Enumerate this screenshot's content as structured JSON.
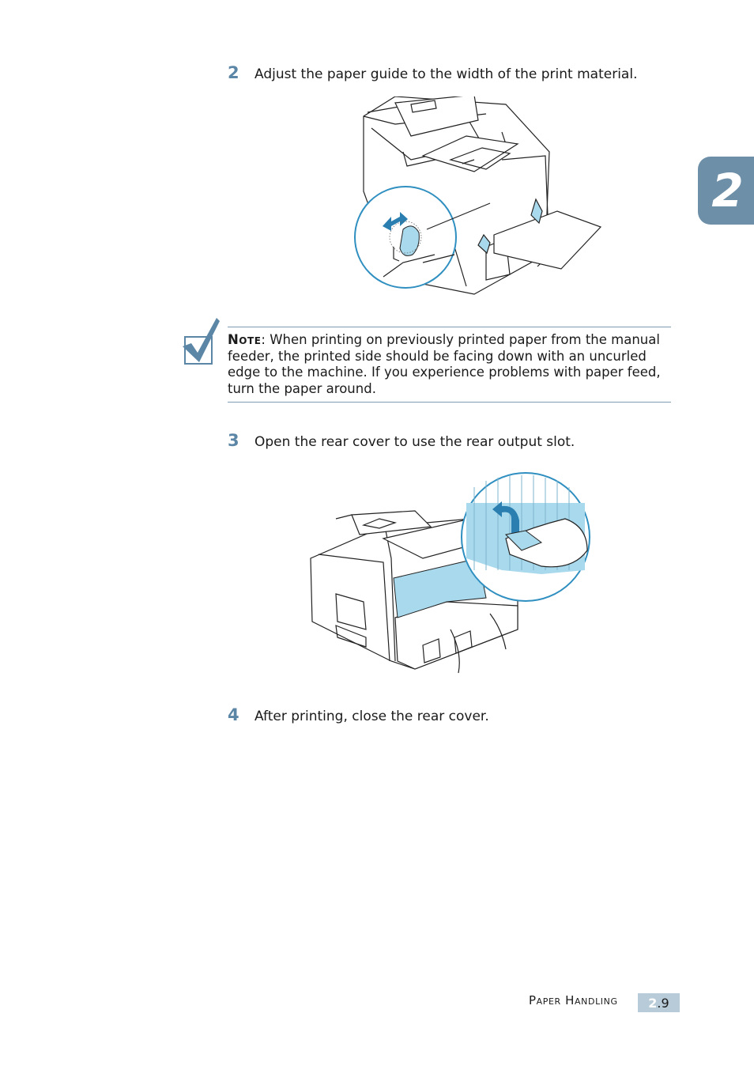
{
  "steps": [
    {
      "number": "2",
      "text": "Adjust the paper guide to the width of the print material."
    },
    {
      "number": "3",
      "text": "Open the rear cover to use the rear output slot."
    },
    {
      "number": "4",
      "text": "After printing, close the rear cover."
    }
  ],
  "note": {
    "label": "Note",
    "text": ": When printing on previously printed paper from the manual feeder, the printed side should be facing down with an uncurled edge to the machine. If you experience problems with paper feed, turn the paper around."
  },
  "chapter_tab": {
    "number": "2"
  },
  "footer": {
    "section_title": "Paper Handling",
    "page_chapter": "2",
    "page_separator": ".",
    "page_number": "9"
  },
  "figures": {
    "figure1_icon": "printer-paper-guide-illustration",
    "figure2_icon": "printer-rear-cover-illustration"
  },
  "colors": {
    "accent": "#5b86a6",
    "tab": "#6d8fa8",
    "highlight": "#a9d9ec",
    "page_box": "#b8cbd8"
  }
}
